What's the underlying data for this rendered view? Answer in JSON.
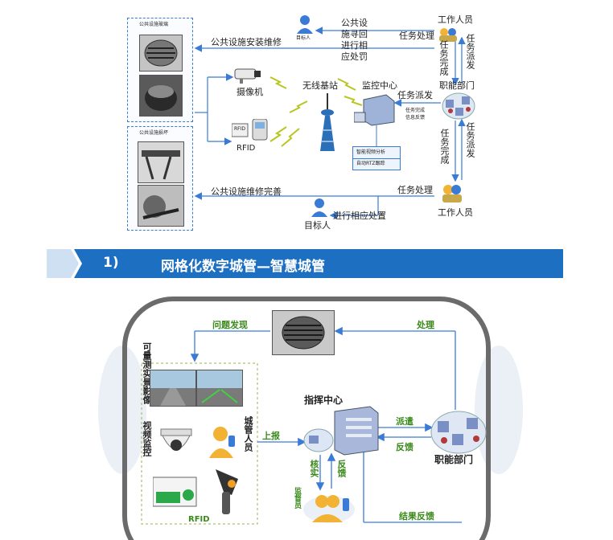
{
  "top_diagram": {
    "panel_top_title": "公共设施玻璃",
    "panel_bottom_title": "公共设施损坏",
    "camera_label": "摄像机",
    "rfid_label": "RFID",
    "rfid_small": "RFID",
    "wireless_station": "无线基站",
    "monitor_center": "监控中心",
    "target_person_top": "目标人",
    "public_facility_repair_label": "公共设施安装维修",
    "public_facility_penalty": [
      "公共设",
      "施寻回",
      "进行相",
      "应处罚"
    ],
    "task_process_top": "任务处理",
    "worker_top": "工作人员",
    "task_complete_v1": "任务完成",
    "task_dispatch_v1": "任务派发",
    "functional_dept": "职能部门",
    "task_dispatch_h": "任务派发",
    "task_complete_feedback": [
      "任务完成",
      "信息反馈"
    ],
    "task_complete_v2": "任务完成",
    "task_dispatch_v2": "任务派发",
    "smart_video": "智能视频分析",
    "auto_rtz": "自动RTZ跟踪",
    "repair_done": "公共设施维修完善",
    "task_process_bottom": "任务处理",
    "worker_bottom": "工作人员",
    "target_person_bottom": "目标人",
    "corresponding_action": "进行相应处置"
  },
  "banner": {
    "number": "1)",
    "title": "网格化数字城管—智慧城管"
  },
  "bottom_diagram": {
    "problem_found": "问题发现",
    "process": "处理",
    "left_vertical_1": "可量测实景影像",
    "left_vertical_2": "视频监控",
    "city_staff": "城管人员",
    "report": "上报",
    "command_center": "指挥中心",
    "dispatch": "派遣",
    "feedback_h": "反馈",
    "functional_dept": "职能部门",
    "verify": "核实",
    "feedback_v": "反馈",
    "supervisor": "监督员",
    "rfid": "RFID",
    "bottom_cut_label": "结果反馈"
  },
  "colors": {
    "banner_blue": "#1d6fc1",
    "banner_light": "#cfe0f2",
    "arrow_blue": "#3a7bd5",
    "green_label": "#3a8a1a",
    "frame_gray": "#6b6b6b"
  }
}
